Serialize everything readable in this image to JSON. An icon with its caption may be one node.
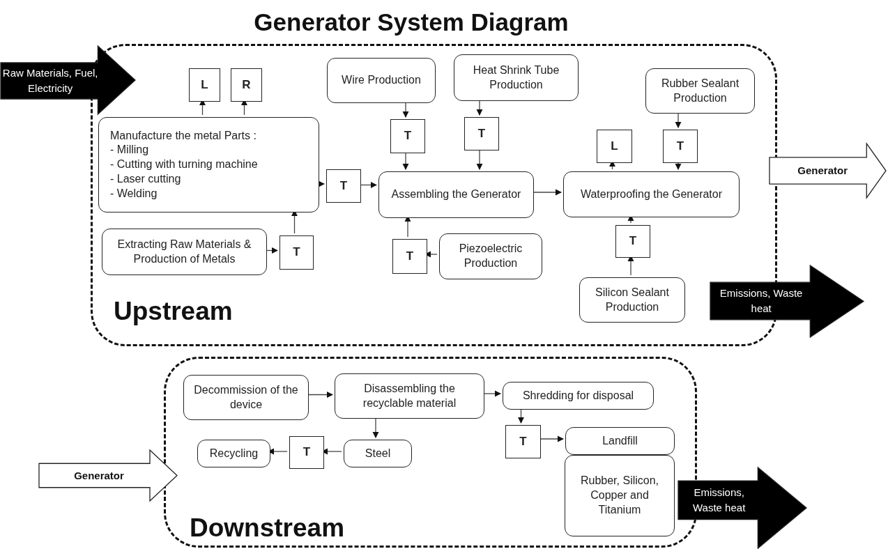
{
  "diagram": {
    "title": "Generator System Diagram",
    "nodes": [
      {
        "text": [
          "Upstream"
        ]
      },
      {
        "text": [
          "Raw Materials, Fuel, Electricity"
        ]
      },
      {
        "text": [
          "L"
        ],
        "in": 0
      },
      {
        "text": [
          "R"
        ],
        "in": 0
      },
      {
        "text": [
          "Manufacture the metal Parts :",
          "- Milling",
          "- Cutting with turning machine",
          "- Laser cutting",
          "- Welding"
        ],
        "in": 0
      },
      {
        "text": [
          "Extracting Raw Materials & Production of Metals"
        ],
        "in": 0
      },
      {
        "text": [
          "T"
        ],
        "in": 0
      },
      {
        "text": [
          "T"
        ],
        "in": 0
      },
      {
        "text": [
          "Wire Production"
        ],
        "in": 0
      },
      {
        "text": [
          "Heat Shrink Tube Production"
        ],
        "in": 0
      },
      {
        "text": [
          "T"
        ],
        "in": 0
      },
      {
        "text": [
          "T"
        ],
        "in": 0
      },
      {
        "text": [
          "Assembling the Generator"
        ],
        "in": 0
      },
      {
        "text": [
          "T"
        ],
        "in": 0
      },
      {
        "text": [
          "Piezoelectric Production"
        ],
        "in": 0
      },
      {
        "text": [
          "Rubber Sealant Production"
        ],
        "in": 0
      },
      {
        "text": [
          "L"
        ],
        "in": 0
      },
      {
        "text": [
          "T"
        ],
        "in": 0
      },
      {
        "text": [
          "Waterproofing the Generator"
        ],
        "in": 0
      },
      {
        "text": [
          "T"
        ],
        "in": 0
      },
      {
        "text": [
          "Silicon Sealant Production"
        ],
        "in": 0
      },
      {
        "text": [
          "Generator"
        ]
      },
      {
        "text": [
          "Emissions, Waste heat"
        ]
      },
      {
        "text": [
          "Downstream"
        ]
      },
      {
        "text": [
          "Generator"
        ]
      },
      {
        "text": [
          "Decommission of the device"
        ],
        "in": 23
      },
      {
        "text": [
          "Disassembling the recyclable material"
        ],
        "in": 23
      },
      {
        "text": [
          "Shredding for disposal"
        ],
        "in": 23
      },
      {
        "text": [
          "Recycling"
        ],
        "in": 23
      },
      {
        "text": [
          "T"
        ],
        "in": 23
      },
      {
        "text": [
          "Steel"
        ],
        "in": 23
      },
      {
        "text": [
          "T"
        ],
        "in": 23
      },
      {
        "text": [
          "Landfill"
        ],
        "in": 23
      },
      {
        "text": [
          "Rubber, Silicon, Copper and Titanium"
        ],
        "in": 23
      },
      {
        "text": [
          "Emissions, Waste heat"
        ]
      }
    ],
    "edges": [
      {
        "from": 4,
        "to": 2,
        "arrow": "to"
      },
      {
        "from": 4,
        "to": 3,
        "arrow": "to"
      },
      {
        "from": 5,
        "to": 6,
        "arrow": "to"
      },
      {
        "from": 6,
        "to": 4,
        "arrow": "to"
      },
      {
        "from": 4,
        "to": 7,
        "arrow": "to"
      },
      {
        "from": 7,
        "to": 12,
        "arrow": "to"
      },
      {
        "from": 8,
        "to": 10,
        "arrow": "to"
      },
      {
        "from": 10,
        "to": 12,
        "arrow": "to"
      },
      {
        "from": 9,
        "to": 11,
        "arrow": "to"
      },
      {
        "from": 11,
        "to": 12,
        "arrow": "to"
      },
      {
        "from": 14,
        "to": 13,
        "arrow": "to"
      },
      {
        "from": 13,
        "to": 12,
        "arrow": "to"
      },
      {
        "from": 12,
        "to": 18,
        "arrow": "to"
      },
      {
        "from": 18,
        "to": 16,
        "arrow": "to"
      },
      {
        "from": 15,
        "to": 17,
        "arrow": "to"
      },
      {
        "from": 17,
        "to": 18,
        "arrow": "to"
      },
      {
        "from": 20,
        "to": 19,
        "arrow": "to"
      },
      {
        "from": 19,
        "to": 18,
        "arrow": "to"
      },
      {
        "from": 25,
        "to": 26,
        "arrow": "to"
      },
      {
        "from": 26,
        "to": 27,
        "arrow": "to"
      },
      {
        "from": 26,
        "to": 30,
        "arrow": "to"
      },
      {
        "from": 30,
        "to": 29,
        "arrow": "to"
      },
      {
        "from": 29,
        "to": 28,
        "arrow": "to"
      },
      {
        "from": 27,
        "to": 31,
        "arrow": "to"
      },
      {
        "from": 31,
        "to": 32,
        "arrow": "to"
      }
    ]
  }
}
